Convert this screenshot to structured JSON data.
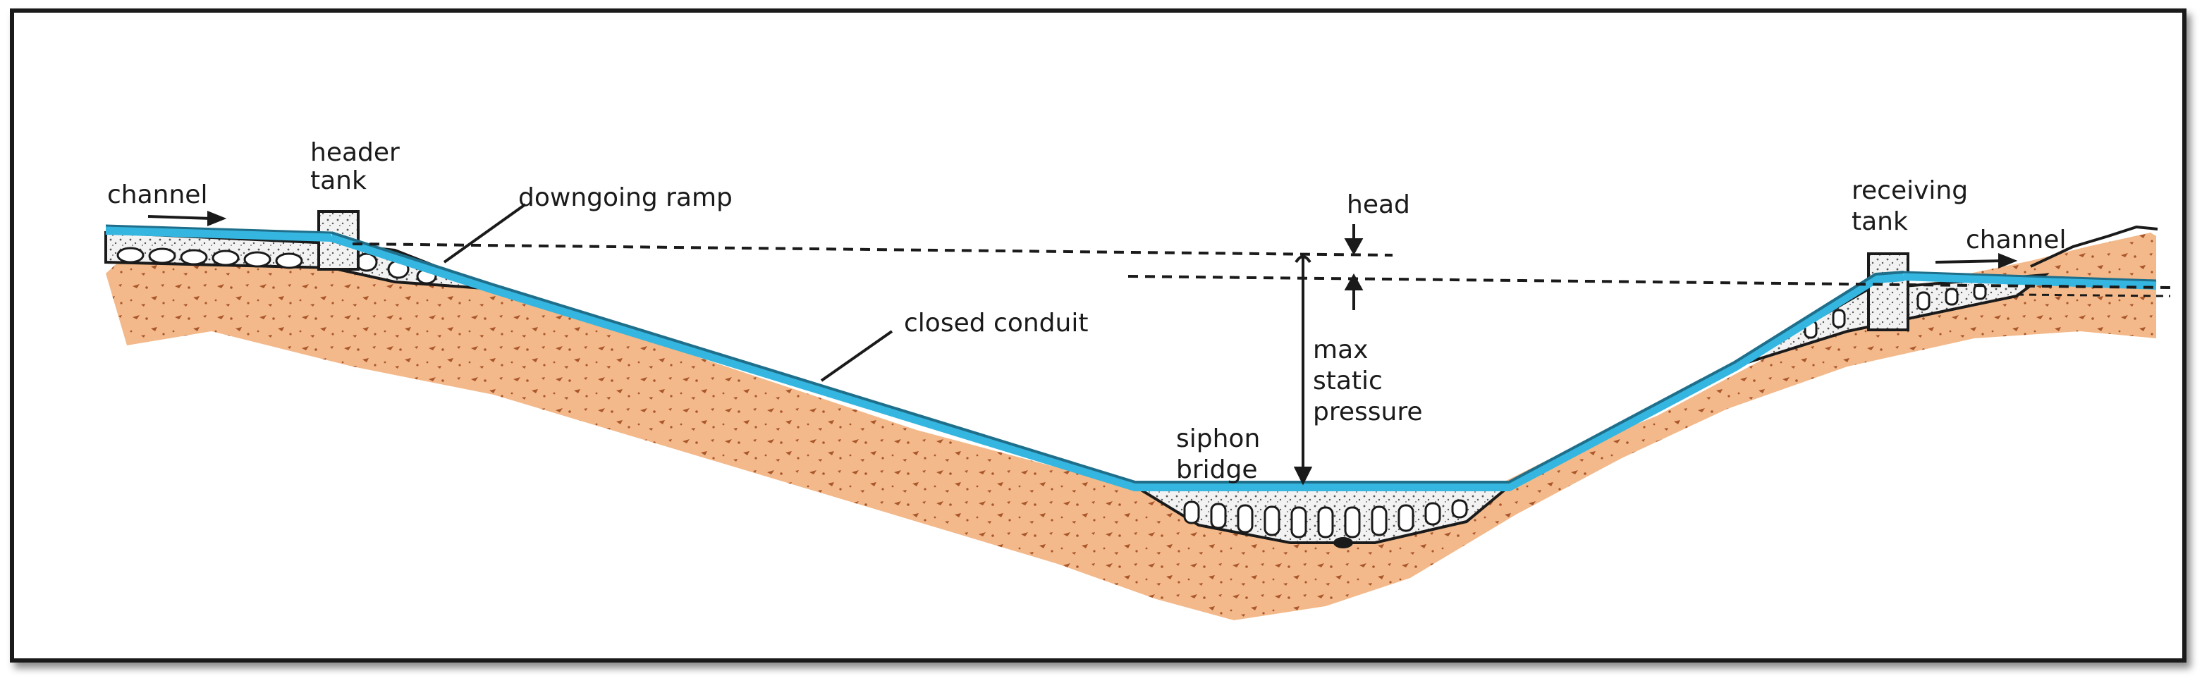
{
  "labels": {
    "channel_left": "channel",
    "header_tank_line1": "header",
    "header_tank_line2": "tank",
    "downgoing_ramp": "downgoing ramp",
    "head": "head",
    "closed_conduit": "closed conduit",
    "max_line1": "max",
    "max_line2": "static",
    "max_line3": "pressure",
    "siphon_line1": "siphon",
    "siphon_line2": "bridge",
    "receiving_line1": "receiving",
    "receiving_line2": "tank",
    "channel_right": "channel"
  },
  "colors": {
    "soil": "#f3b98a",
    "soil_speckle": "#a9562a",
    "water": "#34b6e0",
    "pipe": "#1f6f8b",
    "masonry": "#1a1a1a",
    "stone": "#e6e6e6"
  }
}
